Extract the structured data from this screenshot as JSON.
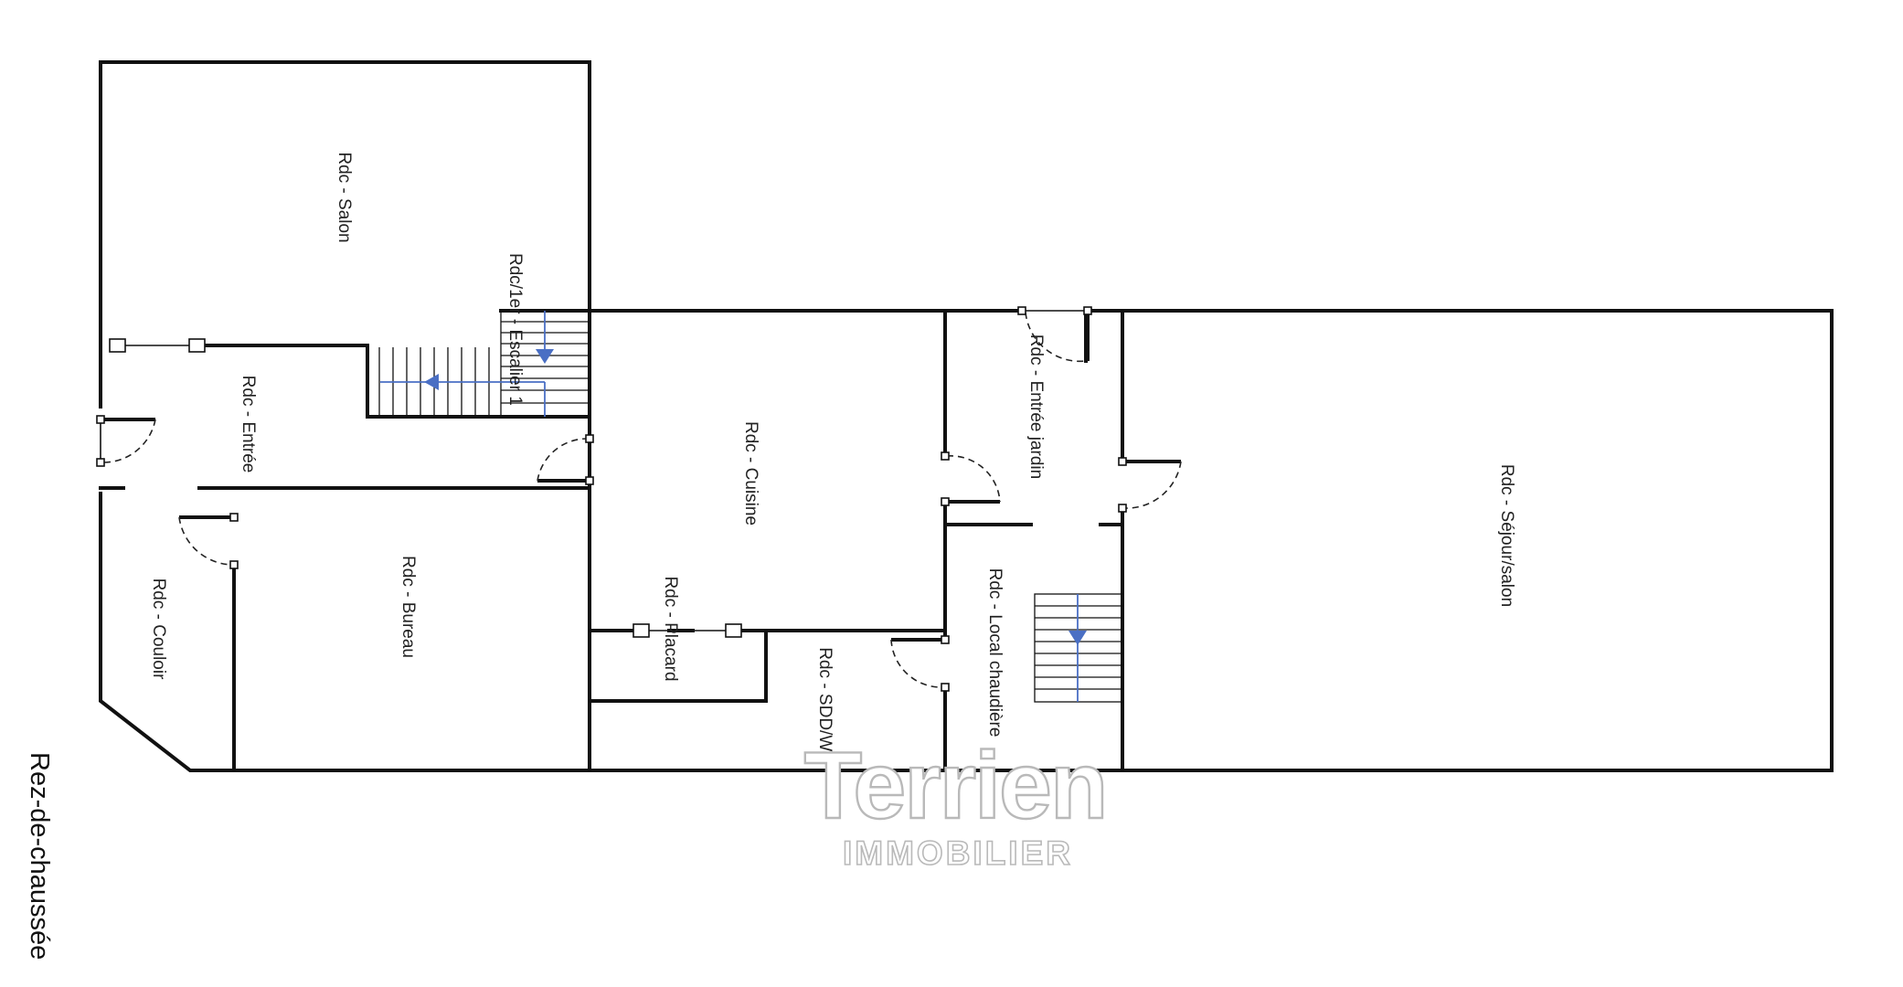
{
  "floor_label": "Rez-de-chaussée",
  "rooms": {
    "salon": "Rdc - Salon",
    "escalier": "Rdc/1er - Escalier 1",
    "entree": "Rdc - Entrée",
    "couloir": "Rdc - Couloir",
    "bureau": "Rdc - Bureau",
    "cuisine": "Rdc - Cuisine",
    "placard": "Rdc - Placard",
    "sdd_wc": "Rdc - SDD/Wc",
    "entree_jardin": "Rdc - Entrée jardin",
    "local_chaudiere": "Rdc - Local chaudière",
    "sejour_salon": "Rdc - Séjour/salon"
  },
  "watermark": {
    "brand": "Terrien",
    "subtitle": "IMMOBILIER"
  },
  "colors": {
    "wall": "#111111",
    "stair_arrow": "#4a6fc4",
    "watermark_outline": "#b9b9b9"
  }
}
